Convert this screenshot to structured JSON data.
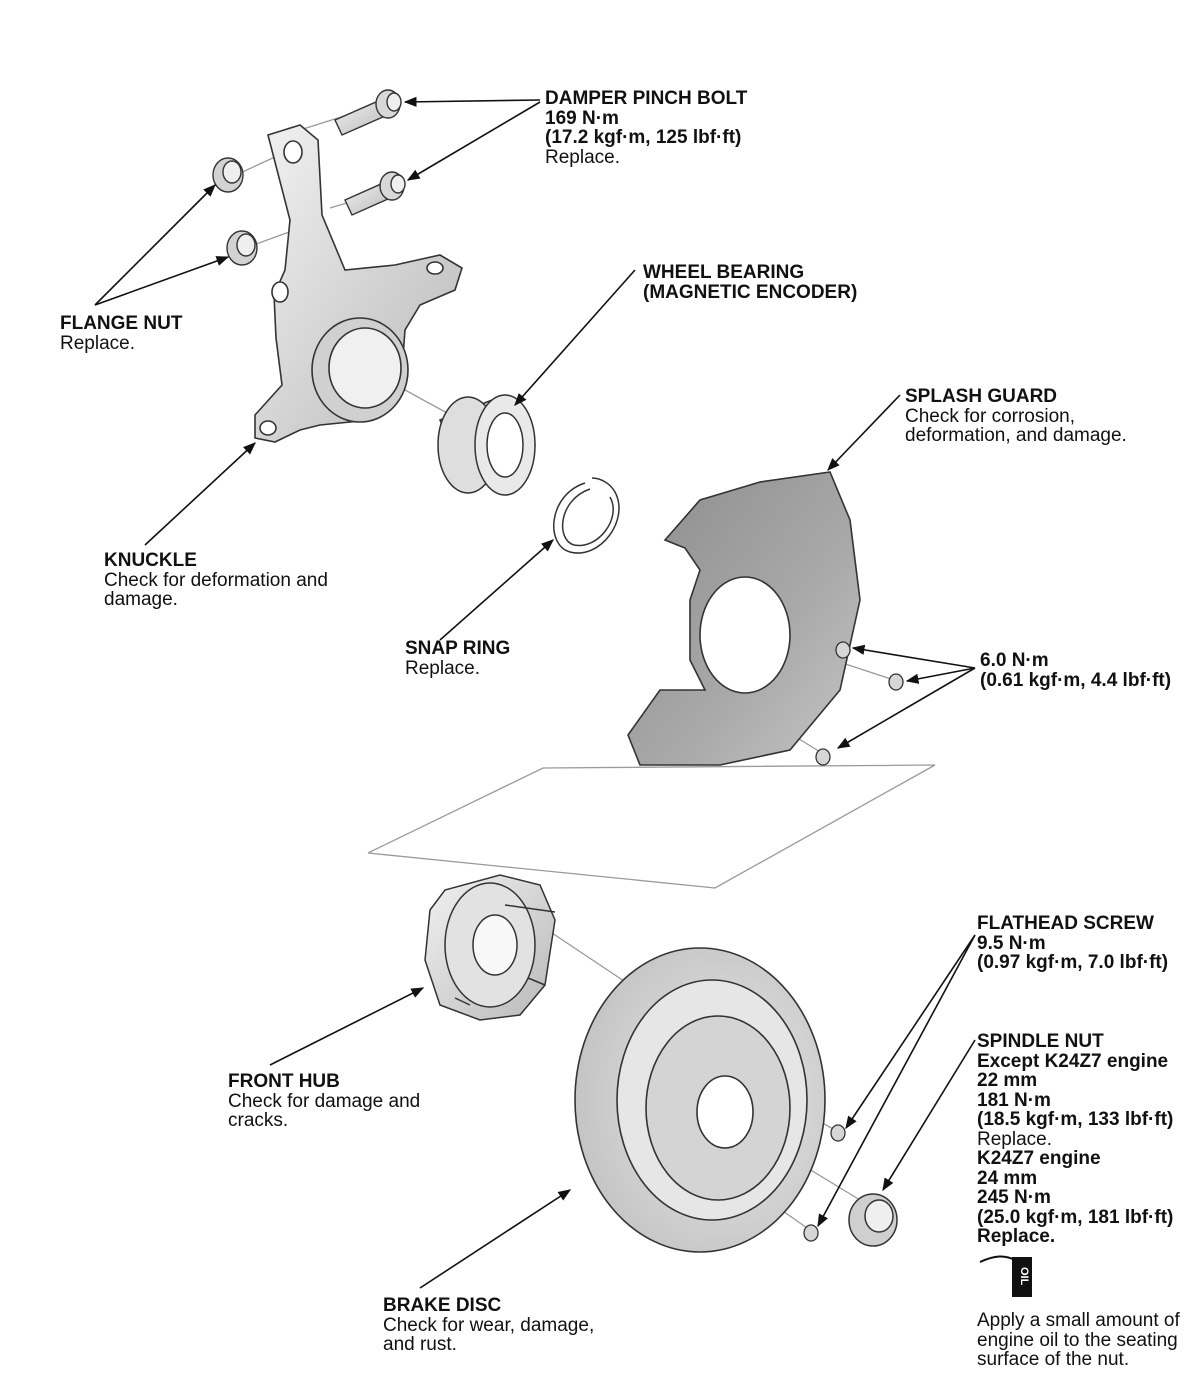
{
  "labels": {
    "damper_pinch_bolt": {
      "title": "DAMPER PINCH BOLT",
      "torque_nm": "169 N·m",
      "torque_alt": "(17.2 kgf·m, 125 lbf·ft)",
      "note": "Replace."
    },
    "flange_nut": {
      "title": "FLANGE NUT",
      "note": "Replace."
    },
    "wheel_bearing": {
      "title": "WHEEL BEARING",
      "subtitle": "(MAGNETIC ENCODER)"
    },
    "splash_guard": {
      "title": "SPLASH GUARD",
      "note_1": "Check for corrosion,",
      "note_2": "deformation, and damage."
    },
    "knuckle": {
      "title": "KNUCKLE",
      "note_1": "Check for deformation and",
      "note_2": "damage."
    },
    "snap_ring": {
      "title": "SNAP RING",
      "note": "Replace."
    },
    "splash_guard_bolt": {
      "torque_nm": "6.0 N·m",
      "torque_alt": "(0.61 kgf·m, 4.4 lbf·ft)"
    },
    "flathead_screw": {
      "title": "FLATHEAD SCREW",
      "torque_nm": "9.5 N·m",
      "torque_alt": "(0.97 kgf·m, 7.0 lbf·ft)"
    },
    "spindle_nut": {
      "title": "SPINDLE NUT",
      "variant_1": "Except K24Z7 engine",
      "size_1": "22 mm",
      "torque_nm_1": "181 N·m",
      "torque_alt_1": "(18.5 kgf·m, 133 lbf·ft)",
      "note_1": "Replace.",
      "variant_2": "K24Z7 engine",
      "size_2": "24 mm",
      "torque_nm_2": "245 N·m",
      "torque_alt_2": "(25.0 kgf·m, 181 lbf·ft)",
      "note_2": "Replace."
    },
    "front_hub": {
      "title": "FRONT HUB",
      "note_1": "Check for damage and",
      "note_2": "cracks."
    },
    "brake_disc": {
      "title": "BRAKE DISC",
      "note_1": "Check for wear, damage,",
      "note_2": "and rust."
    },
    "oil_note": {
      "icon_text": "OIL",
      "line_1": "Apply a small amount of",
      "line_2": "engine oil to the seating",
      "line_3": "surface of the nut."
    }
  },
  "colors": {
    "line": "#1a1a1a",
    "part_light": "#dedede",
    "part_mid": "#bdbdbd",
    "part_dark": "#8a8a8a",
    "guard": "#9b9b9b"
  }
}
